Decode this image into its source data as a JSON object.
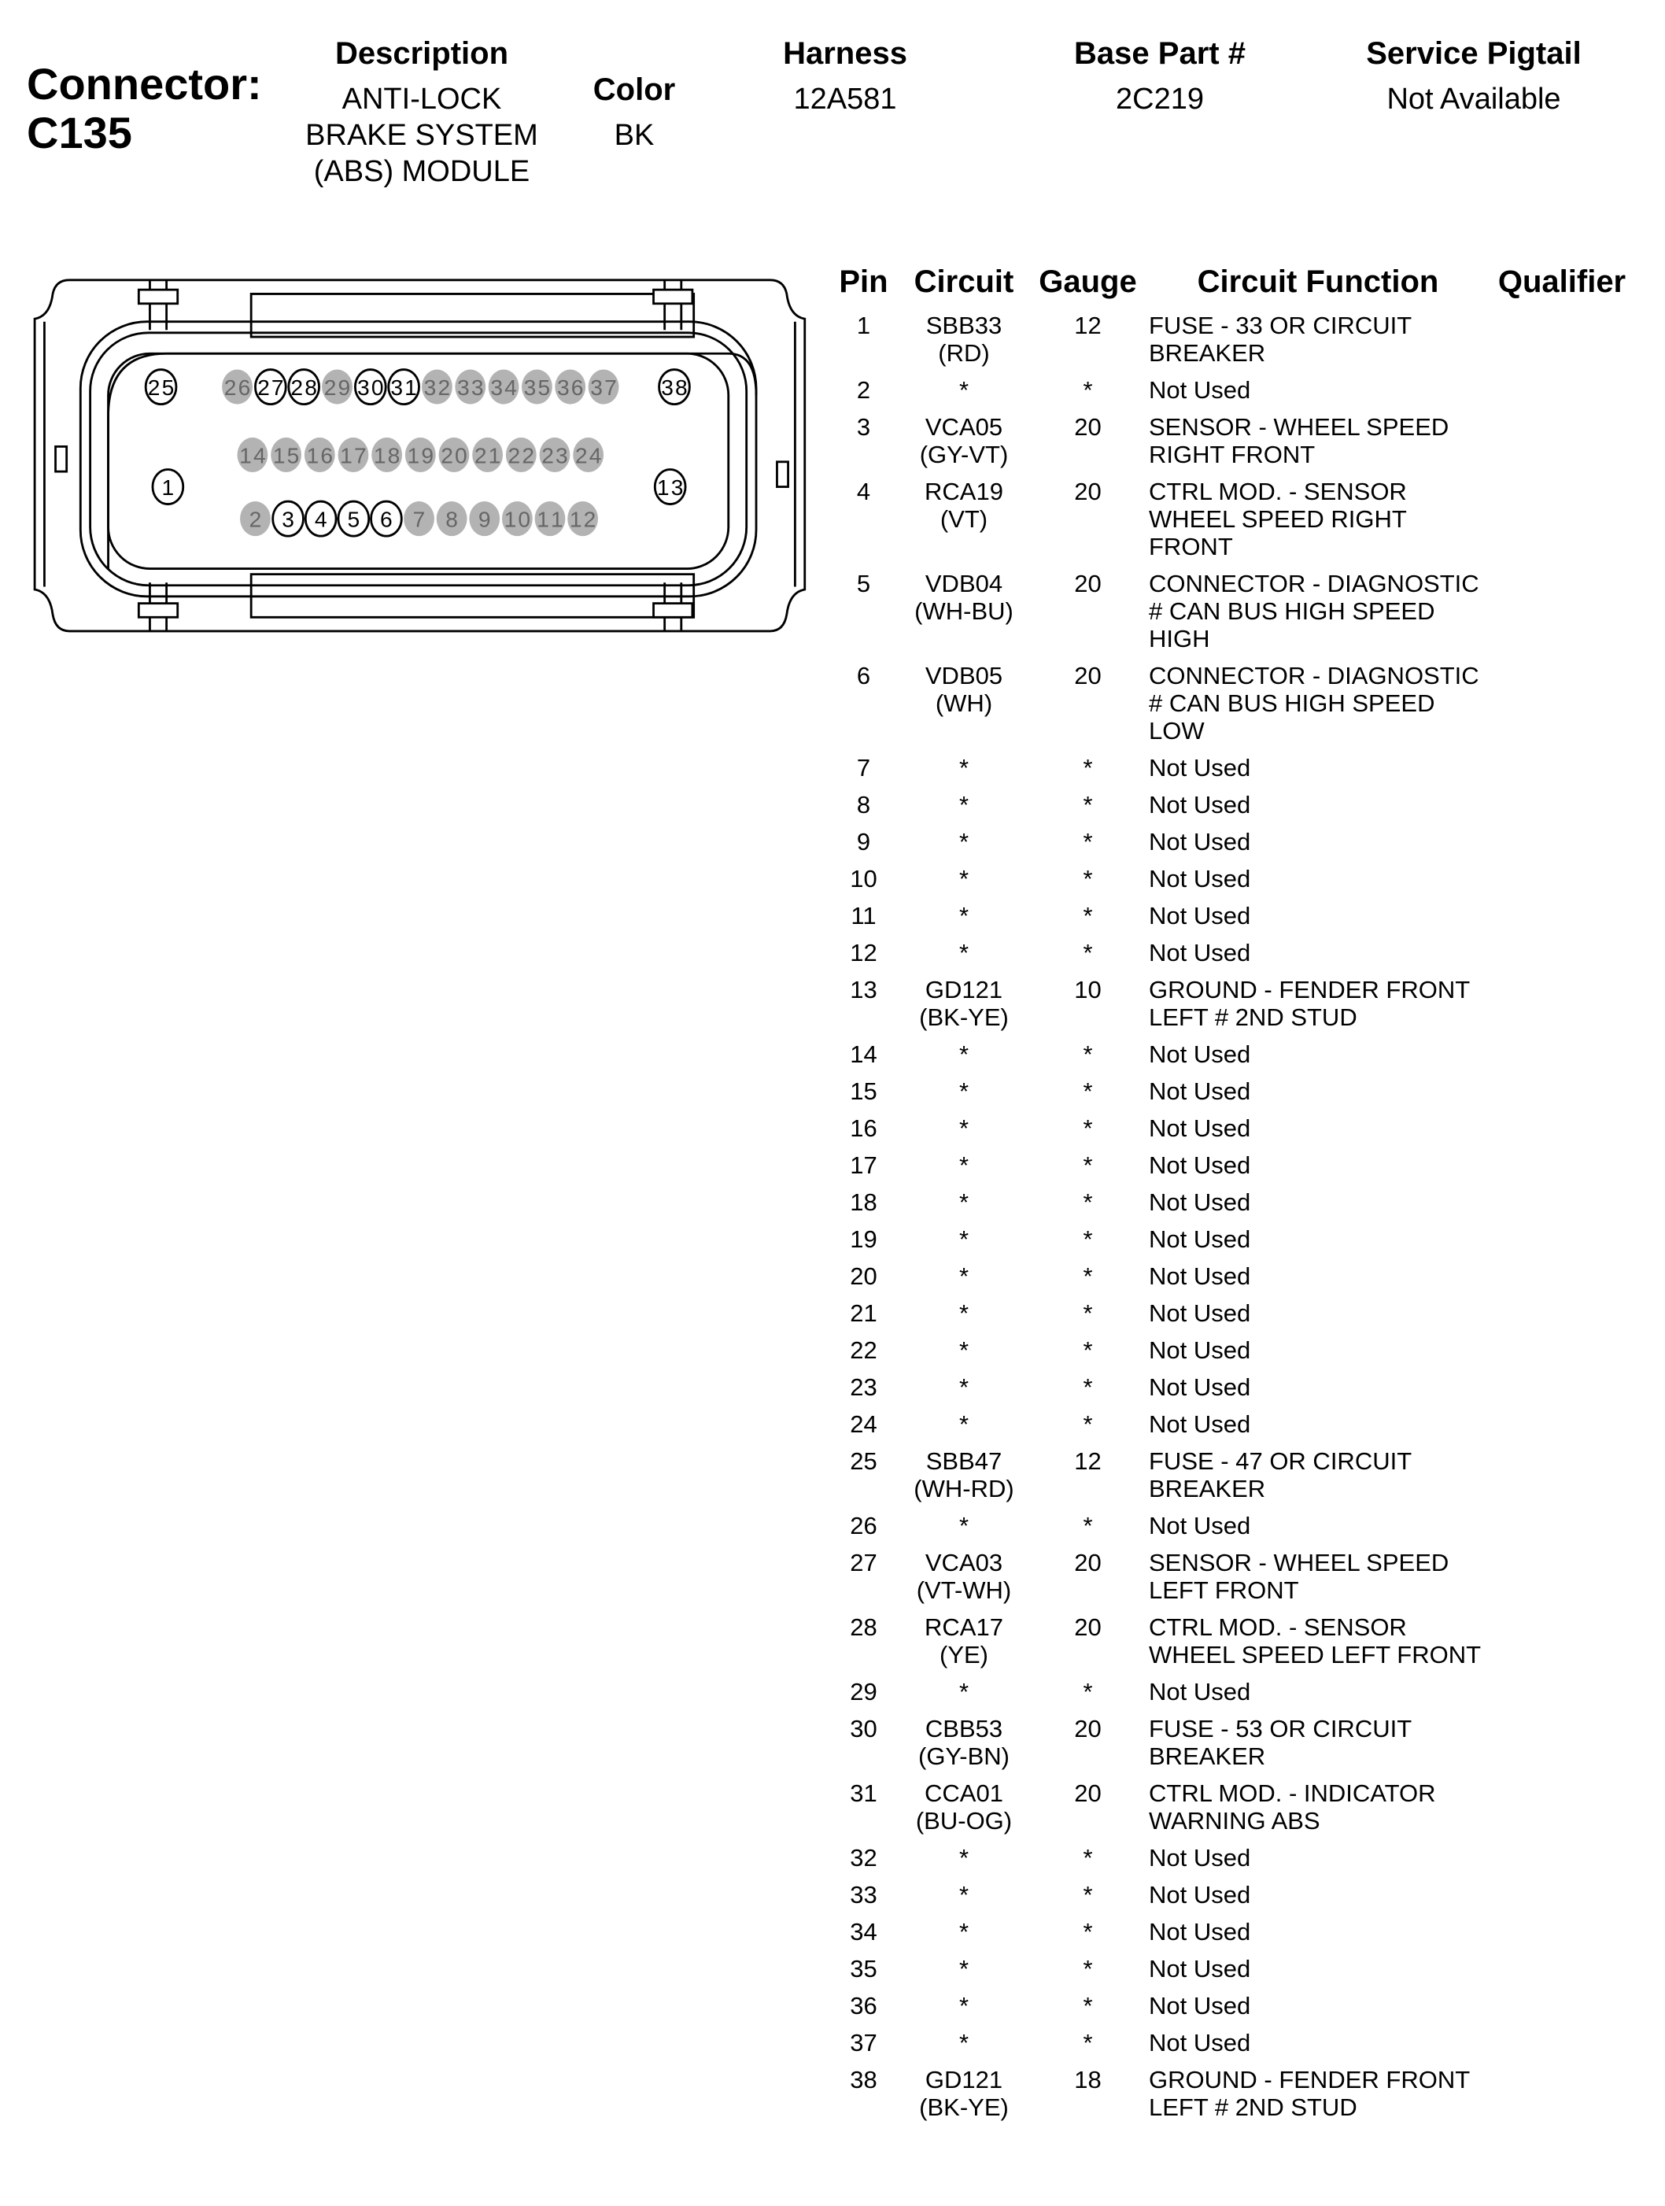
{
  "connector": {
    "label": "Connector:",
    "id": "C135"
  },
  "header": {
    "description_label": "Description",
    "description_lines": [
      "ANTI-LOCK",
      "BRAKE SYSTEM",
      "(ABS) MODULE"
    ],
    "color_label": "Color",
    "color_value": "BK",
    "harness_label": "Harness",
    "harness_value": "12A581",
    "base_part_label": "Base Part #",
    "base_part_value": "2C219",
    "service_pigtail_label": "Service Pigtail",
    "service_pigtail_value": "Not Available"
  },
  "table": {
    "columns": [
      "Pin",
      "Circuit",
      "Gauge",
      "Circuit Function",
      "Qualifier"
    ],
    "rows": [
      {
        "pin": "1",
        "circuit": "SBB33",
        "color": "(RD)",
        "gauge": "12",
        "function": "FUSE - 33 OR CIRCUIT\nBREAKER",
        "qualifier": ""
      },
      {
        "pin": "2",
        "circuit": "*",
        "color": "",
        "gauge": "*",
        "function": "Not Used",
        "qualifier": ""
      },
      {
        "pin": "3",
        "circuit": "VCA05",
        "color": "(GY-VT)",
        "gauge": "20",
        "function": "SENSOR - WHEEL SPEED\nRIGHT FRONT",
        "qualifier": ""
      },
      {
        "pin": "4",
        "circuit": "RCA19",
        "color": "(VT)",
        "gauge": "20",
        "function": "CTRL MOD. - SENSOR\nWHEEL SPEED RIGHT\nFRONT",
        "qualifier": ""
      },
      {
        "pin": "5",
        "circuit": "VDB04",
        "color": "(WH-BU)",
        "gauge": "20",
        "function": "CONNECTOR - DIAGNOSTIC\n# CAN BUS HIGH SPEED\nHIGH",
        "qualifier": ""
      },
      {
        "pin": "6",
        "circuit": "VDB05",
        "color": "(WH)",
        "gauge": "20",
        "function": "CONNECTOR - DIAGNOSTIC\n# CAN BUS HIGH SPEED\nLOW",
        "qualifier": ""
      },
      {
        "pin": "7",
        "circuit": "*",
        "color": "",
        "gauge": "*",
        "function": "Not Used",
        "qualifier": ""
      },
      {
        "pin": "8",
        "circuit": "*",
        "color": "",
        "gauge": "*",
        "function": "Not Used",
        "qualifier": ""
      },
      {
        "pin": "9",
        "circuit": "*",
        "color": "",
        "gauge": "*",
        "function": "Not Used",
        "qualifier": ""
      },
      {
        "pin": "10",
        "circuit": "*",
        "color": "",
        "gauge": "*",
        "function": "Not Used",
        "qualifier": ""
      },
      {
        "pin": "11",
        "circuit": "*",
        "color": "",
        "gauge": "*",
        "function": "Not Used",
        "qualifier": ""
      },
      {
        "pin": "12",
        "circuit": "*",
        "color": "",
        "gauge": "*",
        "function": "Not Used",
        "qualifier": ""
      },
      {
        "pin": "13",
        "circuit": "GD121",
        "color": "(BK-YE)",
        "gauge": "10",
        "function": "GROUND - FENDER FRONT\nLEFT # 2ND STUD",
        "qualifier": ""
      },
      {
        "pin": "14",
        "circuit": "*",
        "color": "",
        "gauge": "*",
        "function": "Not Used",
        "qualifier": ""
      },
      {
        "pin": "15",
        "circuit": "*",
        "color": "",
        "gauge": "*",
        "function": "Not Used",
        "qualifier": ""
      },
      {
        "pin": "16",
        "circuit": "*",
        "color": "",
        "gauge": "*",
        "function": "Not Used",
        "qualifier": ""
      },
      {
        "pin": "17",
        "circuit": "*",
        "color": "",
        "gauge": "*",
        "function": "Not Used",
        "qualifier": ""
      },
      {
        "pin": "18",
        "circuit": "*",
        "color": "",
        "gauge": "*",
        "function": "Not Used",
        "qualifier": ""
      },
      {
        "pin": "19",
        "circuit": "*",
        "color": "",
        "gauge": "*",
        "function": "Not Used",
        "qualifier": ""
      },
      {
        "pin": "20",
        "circuit": "*",
        "color": "",
        "gauge": "*",
        "function": "Not Used",
        "qualifier": ""
      },
      {
        "pin": "21",
        "circuit": "*",
        "color": "",
        "gauge": "*",
        "function": "Not Used",
        "qualifier": ""
      },
      {
        "pin": "22",
        "circuit": "*",
        "color": "",
        "gauge": "*",
        "function": "Not Used",
        "qualifier": ""
      },
      {
        "pin": "23",
        "circuit": "*",
        "color": "",
        "gauge": "*",
        "function": "Not Used",
        "qualifier": ""
      },
      {
        "pin": "24",
        "circuit": "*",
        "color": "",
        "gauge": "*",
        "function": "Not Used",
        "qualifier": ""
      },
      {
        "pin": "25",
        "circuit": "SBB47",
        "color": "(WH-RD)",
        "gauge": "12",
        "function": "FUSE - 47 OR CIRCUIT\nBREAKER",
        "qualifier": ""
      },
      {
        "pin": "26",
        "circuit": "*",
        "color": "",
        "gauge": "*",
        "function": "Not Used",
        "qualifier": ""
      },
      {
        "pin": "27",
        "circuit": "VCA03",
        "color": "(VT-WH)",
        "gauge": "20",
        "function": "SENSOR - WHEEL SPEED\nLEFT FRONT",
        "qualifier": ""
      },
      {
        "pin": "28",
        "circuit": "RCA17",
        "color": "(YE)",
        "gauge": "20",
        "function": "CTRL MOD. - SENSOR\nWHEEL SPEED LEFT FRONT",
        "qualifier": ""
      },
      {
        "pin": "29",
        "circuit": "*",
        "color": "",
        "gauge": "*",
        "function": "Not Used",
        "qualifier": ""
      },
      {
        "pin": "30",
        "circuit": "CBB53",
        "color": "(GY-BN)",
        "gauge": "20",
        "function": "FUSE - 53 OR CIRCUIT\nBREAKER",
        "qualifier": ""
      },
      {
        "pin": "31",
        "circuit": "CCA01",
        "color": "(BU-OG)",
        "gauge": "20",
        "function": "CTRL MOD. - INDICATOR\nWARNING ABS",
        "qualifier": ""
      },
      {
        "pin": "32",
        "circuit": "*",
        "color": "",
        "gauge": "*",
        "function": "Not Used",
        "qualifier": ""
      },
      {
        "pin": "33",
        "circuit": "*",
        "color": "",
        "gauge": "*",
        "function": "Not Used",
        "qualifier": ""
      },
      {
        "pin": "34",
        "circuit": "*",
        "color": "",
        "gauge": "*",
        "function": "Not Used",
        "qualifier": ""
      },
      {
        "pin": "35",
        "circuit": "*",
        "color": "",
        "gauge": "*",
        "function": "Not Used",
        "qualifier": ""
      },
      {
        "pin": "36",
        "circuit": "*",
        "color": "",
        "gauge": "*",
        "function": "Not Used",
        "qualifier": ""
      },
      {
        "pin": "37",
        "circuit": "*",
        "color": "",
        "gauge": "*",
        "function": "Not Used",
        "qualifier": ""
      },
      {
        "pin": "38",
        "circuit": "GD121",
        "color": "(BK-YE)",
        "gauge": "18",
        "function": "GROUND - FENDER FRONT\nLEFT # 2ND STUD",
        "qualifier": ""
      }
    ]
  },
  "colors": {
    "unused_pin_fill": "#b3b3b3",
    "unused_pin_text": "#666666",
    "used_pin_fill": "#ffffff"
  }
}
